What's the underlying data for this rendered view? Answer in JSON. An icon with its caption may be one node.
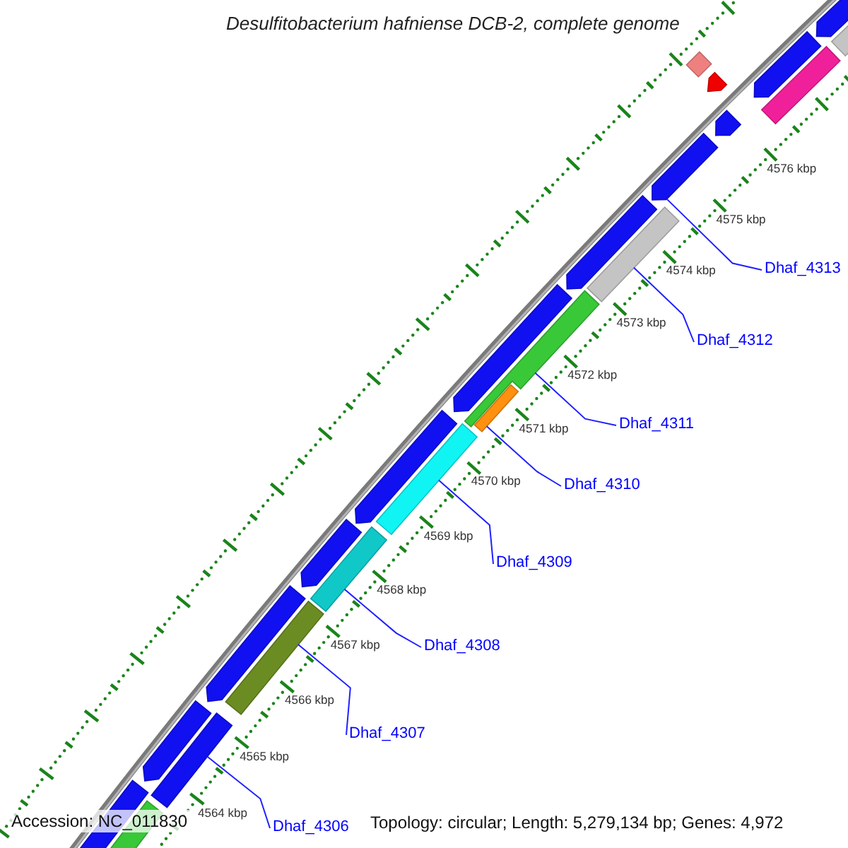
{
  "diagram": {
    "title": "Desulfitobacterium hafniense DCB-2, complete genome",
    "nodes": [
      {
        "text": [
          "Dhaf_4313"
        ]
      },
      {
        "text": [
          "Dhaf_4312"
        ]
      },
      {
        "text": [
          "Dhaf_4311"
        ]
      },
      {
        "text": [
          "Dhaf_4310"
        ]
      },
      {
        "text": [
          "Dhaf_4309"
        ]
      },
      {
        "text": [
          "Dhaf_4308"
        ]
      },
      {
        "text": [
          "Dhaf_4307"
        ]
      },
      {
        "text": [
          "Dhaf_4306"
        ]
      },
      {
        "text": [],
        "shape": "arrow"
      },
      {
        "text": [],
        "shape": "bar"
      },
      {
        "text": [],
        "shape": "arrow"
      },
      {
        "text": [],
        "shape": "bar"
      },
      {
        "text": [],
        "shape": "diamond"
      },
      {
        "text": [],
        "shape": "arrow"
      },
      {
        "text": [],
        "shape": "arrow"
      },
      {
        "text": [],
        "shape": "arrow"
      },
      {
        "text": [],
        "shape": "bar"
      },
      {
        "text": [],
        "shape": "arrow"
      },
      {
        "text": [],
        "shape": "bar"
      },
      {
        "text": [],
        "shape": "arrow"
      },
      {
        "text": [],
        "shape": "bar"
      },
      {
        "text": [],
        "shape": "bar"
      },
      {
        "text": [],
        "shape": "arrow"
      },
      {
        "text": [],
        "shape": "bar"
      },
      {
        "text": [],
        "shape": "arrow"
      },
      {
        "text": [],
        "shape": "bar"
      },
      {
        "text": [],
        "shape": "arrow"
      },
      {
        "text": [],
        "shape": "bar"
      },
      {
        "text": [],
        "shape": "arrow"
      },
      {
        "text": [],
        "shape": "bar"
      },
      {
        "text": [],
        "shape": "arrow"
      }
    ],
    "edges": [
      {
        "from": 0,
        "to": 15,
        "arrow": "none"
      },
      {
        "from": 1,
        "to": 16,
        "arrow": "none"
      },
      {
        "from": 2,
        "to": 18,
        "arrow": "none"
      },
      {
        "from": 3,
        "to": 20,
        "arrow": "none"
      },
      {
        "from": 4,
        "to": 21,
        "arrow": "none"
      },
      {
        "from": 5,
        "to": 23,
        "arrow": "none"
      },
      {
        "from": 6,
        "to": 25,
        "arrow": "none"
      },
      {
        "from": 7,
        "to": 27,
        "arrow": "none"
      }
    ],
    "labels": [
      "4576 kbp",
      "4575 kbp",
      "4574 kbp",
      "4573 kbp",
      "4572 kbp",
      "4571 kbp",
      "4570 kbp",
      "4569 kbp",
      "4568 kbp",
      "4567 kbp",
      "4566 kbp",
      "4565 kbp",
      "4564 kbp",
      "Accession: NC_011830",
      "Topology: circular; Length: 5,279,134 bp; Genes: 4,972"
    ]
  }
}
